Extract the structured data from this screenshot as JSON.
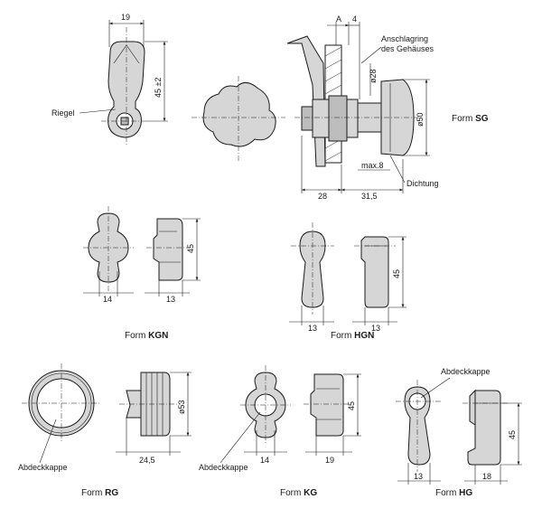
{
  "labels": {
    "riegel": "Riegel",
    "anschlagring_line1": "Anschlagring",
    "anschlagring_line2": "des Gehäuses",
    "dichtung": "Dichtung",
    "abdeckkappe": "Abdeckkappe",
    "max8": "max.8",
    "a": "A"
  },
  "forms": {
    "sg": {
      "prefix": "Form ",
      "code": "SG"
    },
    "kgn": {
      "prefix": "Form ",
      "code": "KGN"
    },
    "hgn": {
      "prefix": "Form ",
      "code": "HGN"
    },
    "rg": {
      "prefix": "Form ",
      "code": "RG"
    },
    "kg": {
      "prefix": "Form ",
      "code": "KG"
    },
    "hg": {
      "prefix": "Form ",
      "code": "HG"
    }
  },
  "dims": {
    "sg_width": "19",
    "sg_height": "45 ±2",
    "sg_a4": "4",
    "sg_d28": "ø28",
    "sg_d50": "ø50",
    "sg_28": "28",
    "sg_31_5": "31,5",
    "kgn_14": "14",
    "kgn_13": "13",
    "kgn_45": "45",
    "hgn_13a": "13",
    "hgn_13b": "13",
    "hgn_45": "45",
    "rg_d53": "ø53",
    "rg_24_5": "24,5",
    "kg_14": "14",
    "kg_19": "19",
    "kg_45": "45",
    "hg_13": "13",
    "hg_18": "18",
    "hg_45": "45"
  }
}
